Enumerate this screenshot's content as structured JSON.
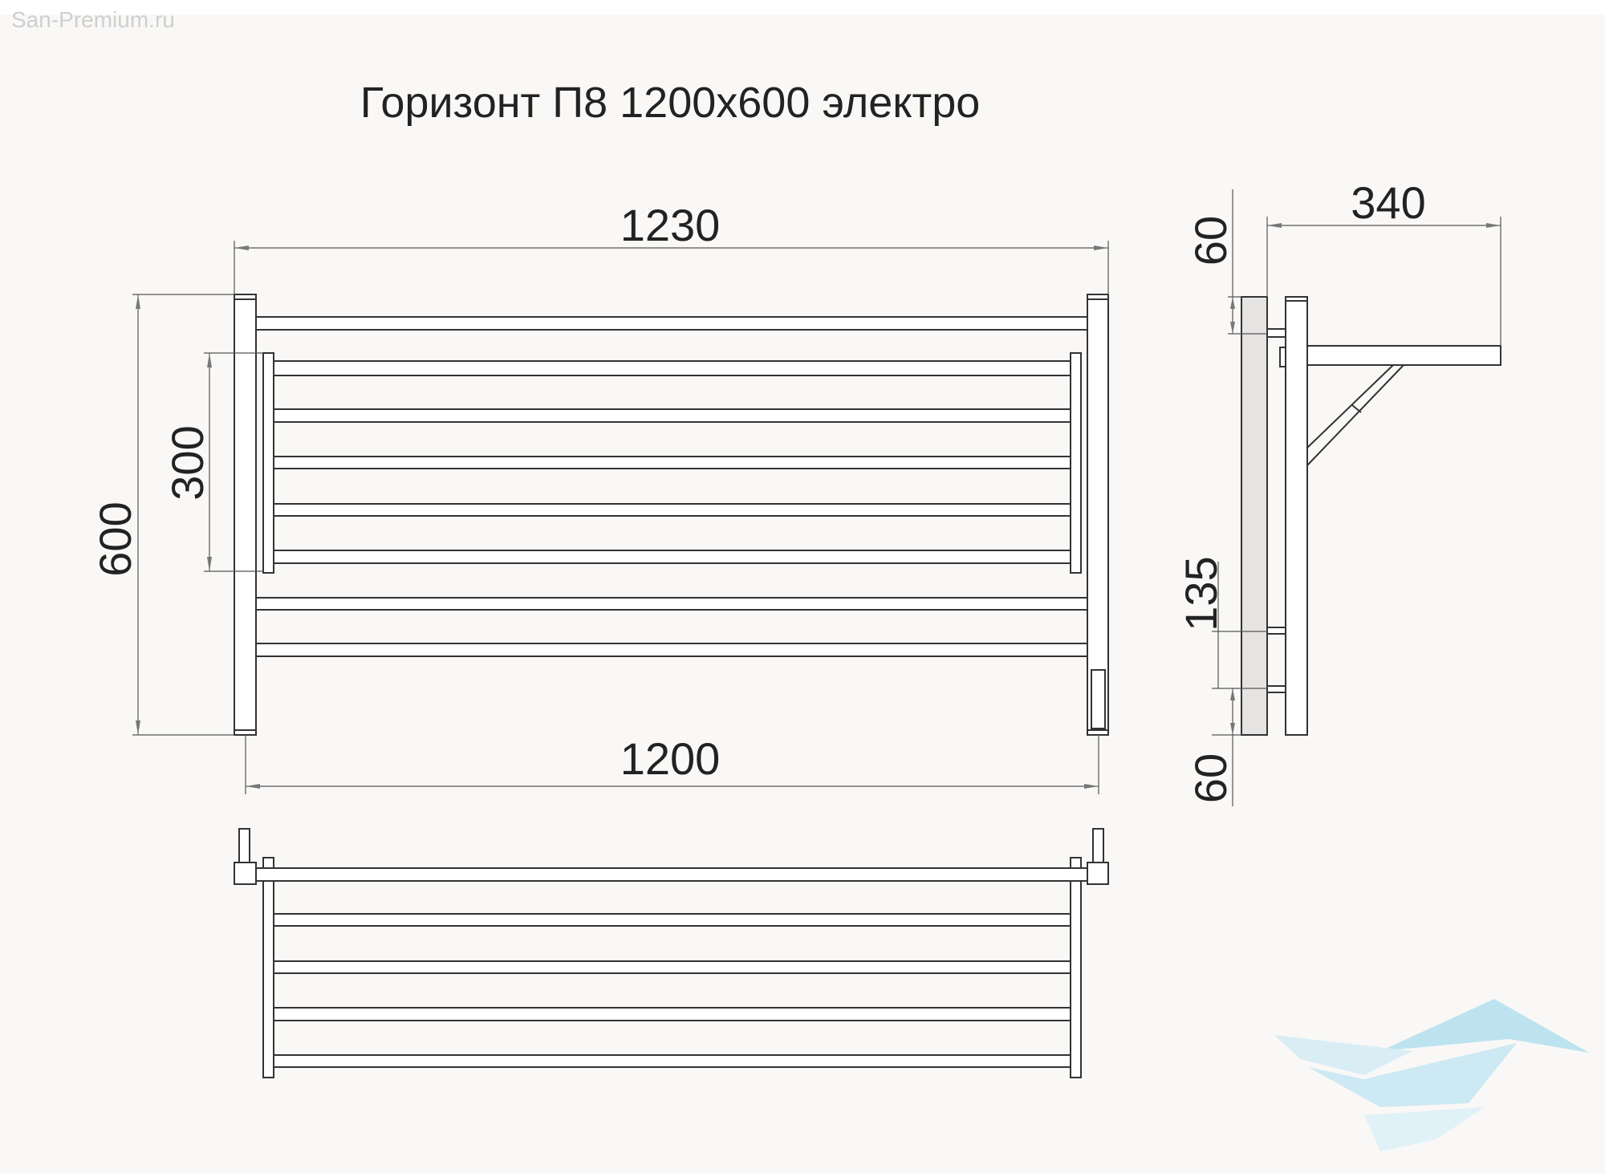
{
  "watermark": "San-Premium.ru",
  "title": "Горизонт П8 1200х600 электро",
  "dimensions": {
    "overall_width": "1230",
    "mount_width": "1200",
    "height": "600",
    "inner_height": "300",
    "depth": "340",
    "top_offset": "60",
    "bracket_spacing": "135",
    "bottom_offset": "60"
  },
  "colors": {
    "line": "#333333",
    "wall": "#e6e4e3",
    "background": "#f9f8f6",
    "logo": "#a9dcee"
  }
}
